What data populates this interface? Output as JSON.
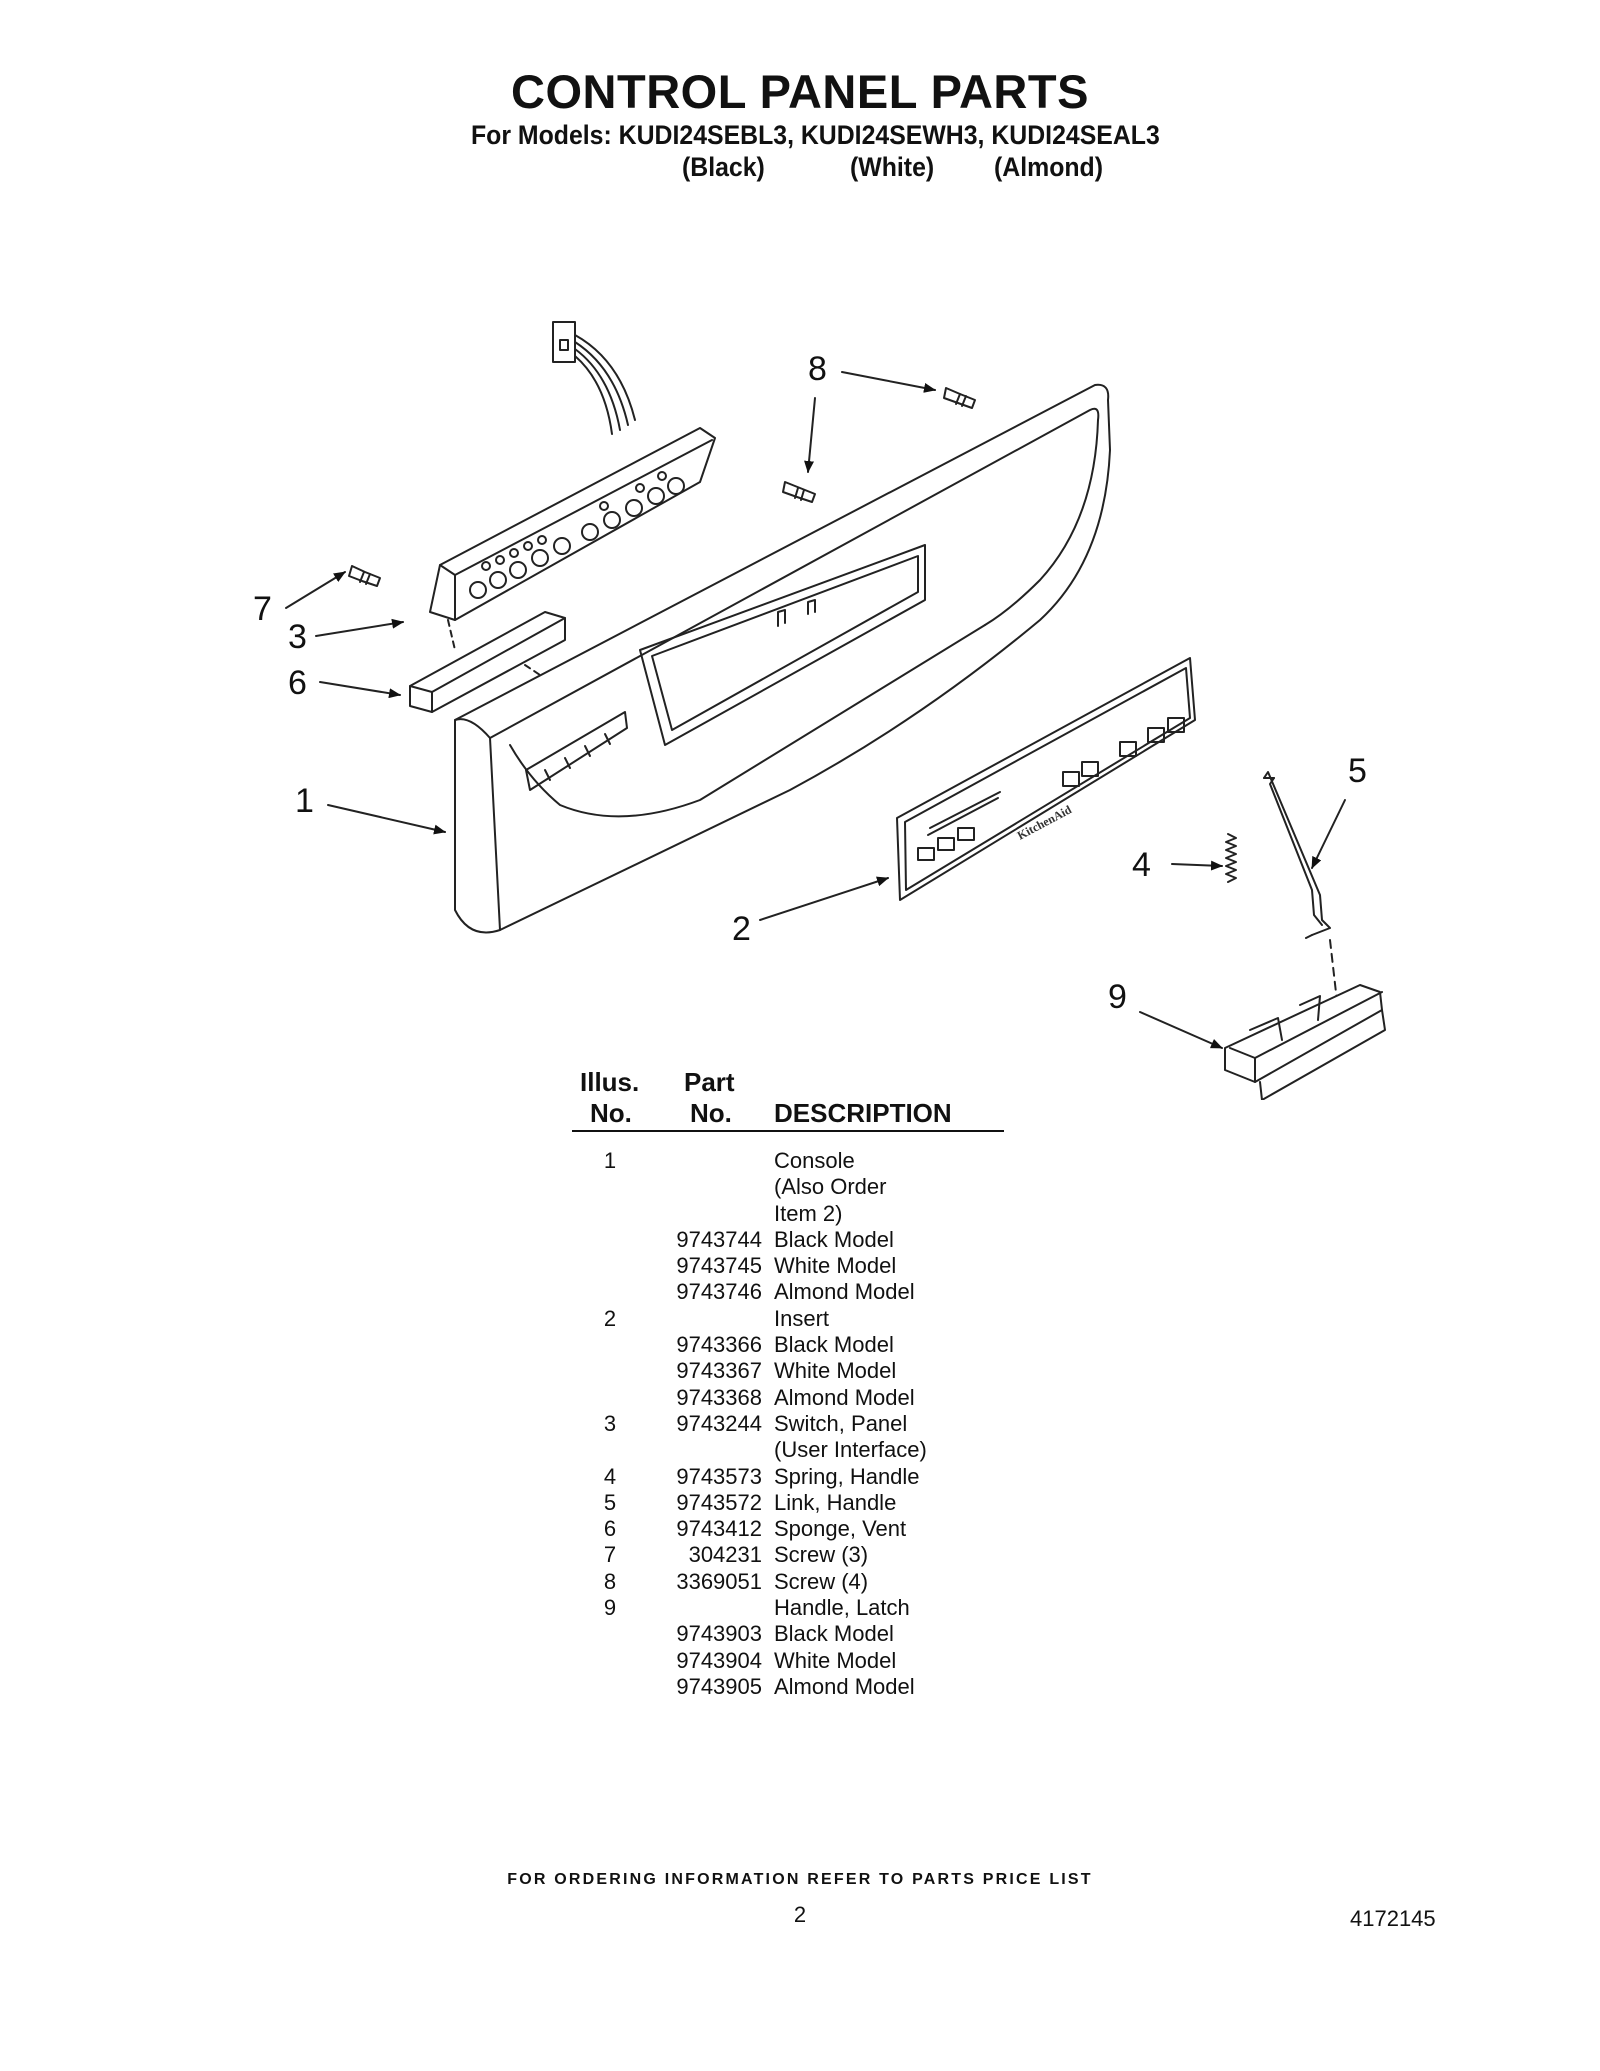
{
  "header": {
    "title": "CONTROL PANEL PARTS",
    "models_line": "For Models: KUDI24SEBL3, KUDI24SEWH3, KUDI24SEAL3",
    "variants": [
      "(Black)",
      "(White)",
      "(Almond)"
    ]
  },
  "diagram": {
    "callouts": [
      "1",
      "2",
      "3",
      "4",
      "5",
      "6",
      "7",
      "8",
      "9"
    ],
    "brand_on_insert": "KitchenAid"
  },
  "table": {
    "col_illus": [
      "Illus.",
      "No."
    ],
    "col_part": [
      "Part",
      "No."
    ],
    "col_desc": "DESCRIPTION",
    "rows": [
      {
        "illus": "1",
        "part": "",
        "desc": "Console"
      },
      {
        "illus": "",
        "part": "",
        "desc": "(Also Order"
      },
      {
        "illus": "",
        "part": "",
        "desc": "Item 2)"
      },
      {
        "illus": "",
        "part": "9743744",
        "desc": "Black Model"
      },
      {
        "illus": "",
        "part": "9743745",
        "desc": "White Model"
      },
      {
        "illus": "",
        "part": "9743746",
        "desc": "Almond Model"
      },
      {
        "illus": "2",
        "part": "",
        "desc": "Insert"
      },
      {
        "illus": "",
        "part": "9743366",
        "desc": "Black Model"
      },
      {
        "illus": "",
        "part": "9743367",
        "desc": "White Model"
      },
      {
        "illus": "",
        "part": "9743368",
        "desc": "Almond Model"
      },
      {
        "illus": "3",
        "part": "9743244",
        "desc": "Switch, Panel"
      },
      {
        "illus": "",
        "part": "",
        "desc": "(User Interface)"
      },
      {
        "illus": "4",
        "part": "9743573",
        "desc": "Spring, Handle"
      },
      {
        "illus": "5",
        "part": "9743572",
        "desc": "Link, Handle"
      },
      {
        "illus": "6",
        "part": "9743412",
        "desc": "Sponge, Vent"
      },
      {
        "illus": "7",
        "part": "304231",
        "desc": "Screw (3)"
      },
      {
        "illus": "8",
        "part": "3369051",
        "desc": "Screw (4)"
      },
      {
        "illus": "9",
        "part": "",
        "desc": "Handle, Latch"
      },
      {
        "illus": "",
        "part": "9743903",
        "desc": "Black Model"
      },
      {
        "illus": "",
        "part": "9743904",
        "desc": "White Model"
      },
      {
        "illus": "",
        "part": "9743905",
        "desc": "Almond Model"
      }
    ]
  },
  "footer": {
    "ordering_note": "FOR ORDERING INFORMATION REFER TO PARTS PRICE LIST",
    "page_number": "2",
    "document_number": "4172145"
  }
}
